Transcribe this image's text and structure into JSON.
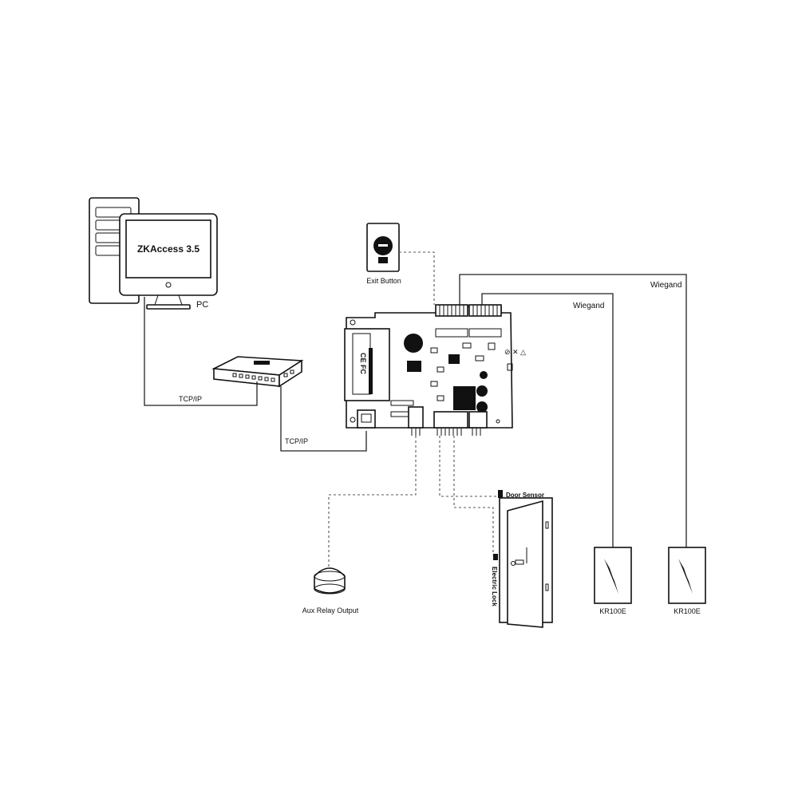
{
  "pc": {
    "screen_text": "ZKAccess 3.5",
    "label": "PC"
  },
  "connections": {
    "tcpip_upper": "TCP/IP",
    "tcpip_lower": "TCP/IP",
    "wiegand_1": "Wiegand",
    "wiegand_2": "Wiegand"
  },
  "exit_button": {
    "label": "Exit Button"
  },
  "door": {
    "sensor_label": "Door Sensor",
    "lock_label": "Electric Lock"
  },
  "aux": {
    "label": "Aux Relay Output"
  },
  "readers": [
    {
      "label": "KR100E"
    },
    {
      "label": "KR100E"
    }
  ],
  "board": {
    "mark": "CE FC"
  }
}
